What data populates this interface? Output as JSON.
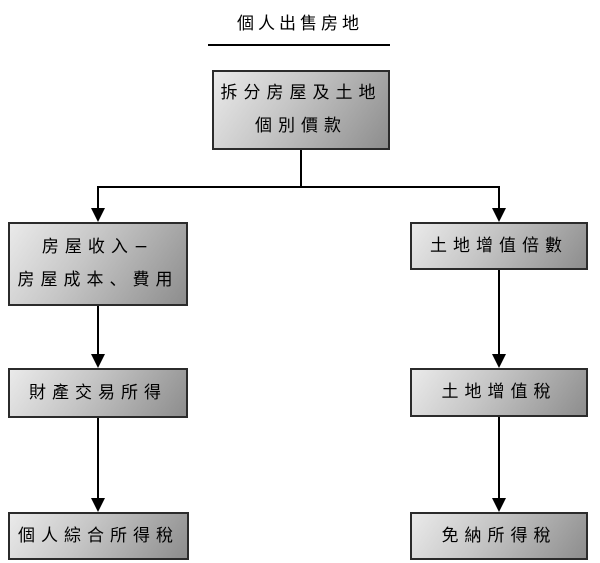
{
  "title": "個人出售房地",
  "nodes": {
    "root": {
      "line1": "拆分房屋及土地",
      "line2": "個別價款"
    },
    "house_income": {
      "line1": "房屋收入−",
      "line2": "房屋成本、費用"
    },
    "property_transaction_income": {
      "line1": "財產交易所得"
    },
    "individual_consolidated_income_tax": {
      "line1": "個人綜合所得稅"
    },
    "land_value_increment_multiple": {
      "line1": "土地增值倍數"
    },
    "land_value_increment_tax": {
      "line1": "土地增值稅"
    },
    "exempt_from_income_tax": {
      "line1": "免納所得稅"
    }
  },
  "edges": [
    {
      "from": "root",
      "to": "house_income"
    },
    {
      "from": "root",
      "to": "land_value_increment_multiple"
    },
    {
      "from": "house_income",
      "to": "property_transaction_income"
    },
    {
      "from": "property_transaction_income",
      "to": "individual_consolidated_income_tax"
    },
    {
      "from": "land_value_increment_multiple",
      "to": "land_value_increment_tax"
    },
    {
      "from": "land_value_increment_tax",
      "to": "exempt_from_income_tax"
    }
  ],
  "colors": {
    "background": "#ffffff",
    "box_border": "#2b2b2b",
    "box_fill_light": "#eaeaea",
    "box_fill_mid": "#c6c6c6",
    "box_fill_dark": "#8d8d8d",
    "connector": "#000000",
    "text": "#000000"
  }
}
